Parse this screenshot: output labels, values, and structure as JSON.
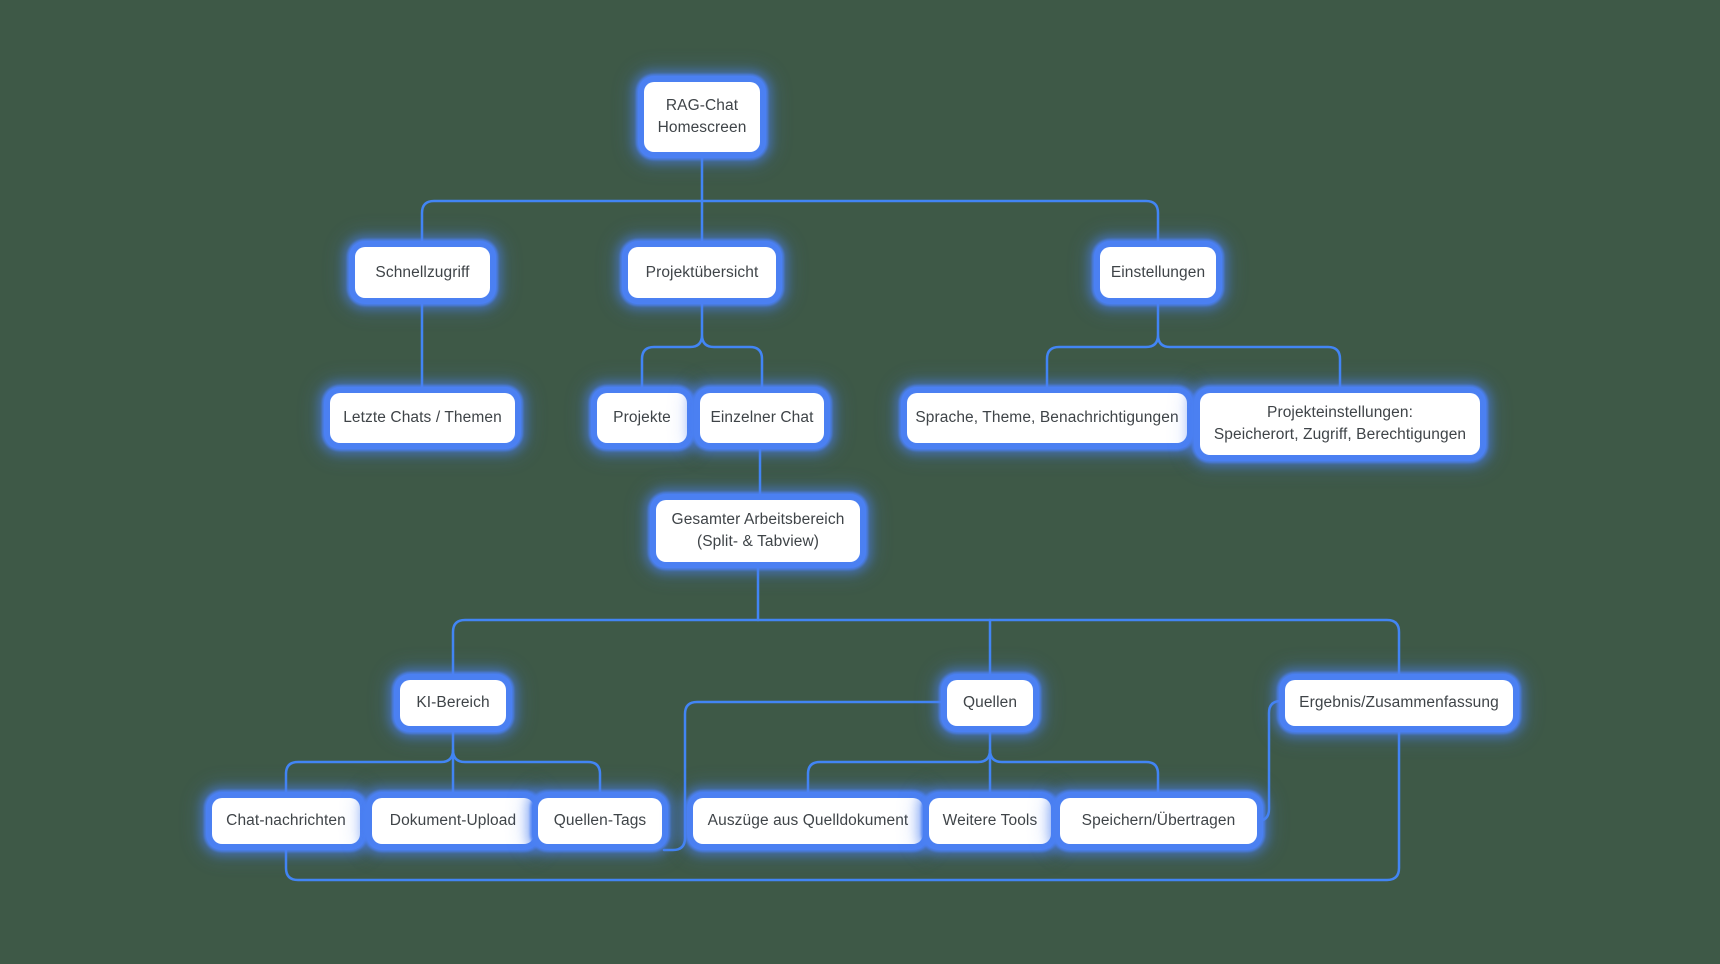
{
  "diagram": {
    "title_node": "RAG-Chat Homescreen",
    "colors": {
      "background": "#3e5947",
      "node_glow_blue": "#4b80f2",
      "connector_blue": "#4285f4",
      "node_fill": "#ffffff",
      "node_text": "#3f4448"
    },
    "nodes": {
      "rag_chat_homescreen": {
        "lines": [
          "RAG-Chat",
          "Homescreen"
        ]
      },
      "schnellzugriff": {
        "label": "Schnellzugriff"
      },
      "projektuebersicht": {
        "label": "Projektübersicht"
      },
      "einstellungen": {
        "label": "Einstellungen"
      },
      "letzte_chats_themen": {
        "label": "Letzte Chats / Themen"
      },
      "projekte": {
        "label": "Projekte"
      },
      "einzelner_chat": {
        "label": "Einzelner Chat"
      },
      "sprache_theme_benachrichtigungen": {
        "label": "Sprache, Theme, Benachrichtigungen"
      },
      "projekteinstellungen": {
        "lines": [
          "Projekteinstellungen:",
          "Speicherort, Zugriff, Berechtigungen"
        ]
      },
      "gesamter_arbeitsbereich": {
        "lines": [
          "Gesamter Arbeitsbereich",
          "(Split- & Tabview)"
        ]
      },
      "ki_bereich": {
        "label": "KI-Bereich"
      },
      "quellen": {
        "label": "Quellen"
      },
      "ergebnis_zusammenfassung": {
        "label": "Ergebnis/Zusammenfassung"
      },
      "chat_nachrichten": {
        "label": "Chat-nachrichten"
      },
      "dokument_upload": {
        "label": "Dokument-Upload"
      },
      "quellen_tags": {
        "label": "Quellen-Tags"
      },
      "auszuege_quelldokument": {
        "label": "Auszüge aus Quelldokument"
      },
      "weitere_tools": {
        "label": "Weitere Tools"
      },
      "speichern_uebertragen": {
        "label": "Speichern/Übertragen"
      }
    },
    "edges": [
      {
        "from": "rag_chat_homescreen",
        "to": "schnellzugriff"
      },
      {
        "from": "rag_chat_homescreen",
        "to": "projektuebersicht"
      },
      {
        "from": "rag_chat_homescreen",
        "to": "einstellungen"
      },
      {
        "from": "schnellzugriff",
        "to": "letzte_chats_themen"
      },
      {
        "from": "projektuebersicht",
        "to": "projekte"
      },
      {
        "from": "projektuebersicht",
        "to": "einzelner_chat"
      },
      {
        "from": "einstellungen",
        "to": "sprache_theme_benachrichtigungen"
      },
      {
        "from": "einstellungen",
        "to": "projekteinstellungen"
      },
      {
        "from": "einzelner_chat",
        "to": "gesamter_arbeitsbereich"
      },
      {
        "from": "gesamter_arbeitsbereich",
        "to": "ki_bereich"
      },
      {
        "from": "gesamter_arbeitsbereich",
        "to": "quellen"
      },
      {
        "from": "gesamter_arbeitsbereich",
        "to": "ergebnis_zusammenfassung"
      },
      {
        "from": "ki_bereich",
        "to": "chat_nachrichten"
      },
      {
        "from": "ki_bereich",
        "to": "dokument_upload"
      },
      {
        "from": "ki_bereich",
        "to": "quellen_tags"
      },
      {
        "from": "quellen",
        "to": "auszuege_quelldokument"
      },
      {
        "from": "quellen",
        "to": "weitere_tools"
      },
      {
        "from": "quellen",
        "to": "speichern_uebertragen"
      },
      {
        "from": "quellen_tags",
        "to": "quellen"
      },
      {
        "from": "speichern_uebertragen",
        "to": "ergebnis_zusammenfassung"
      },
      {
        "from": "chat_nachrichten",
        "to": "ergebnis_zusammenfassung"
      }
    ]
  }
}
